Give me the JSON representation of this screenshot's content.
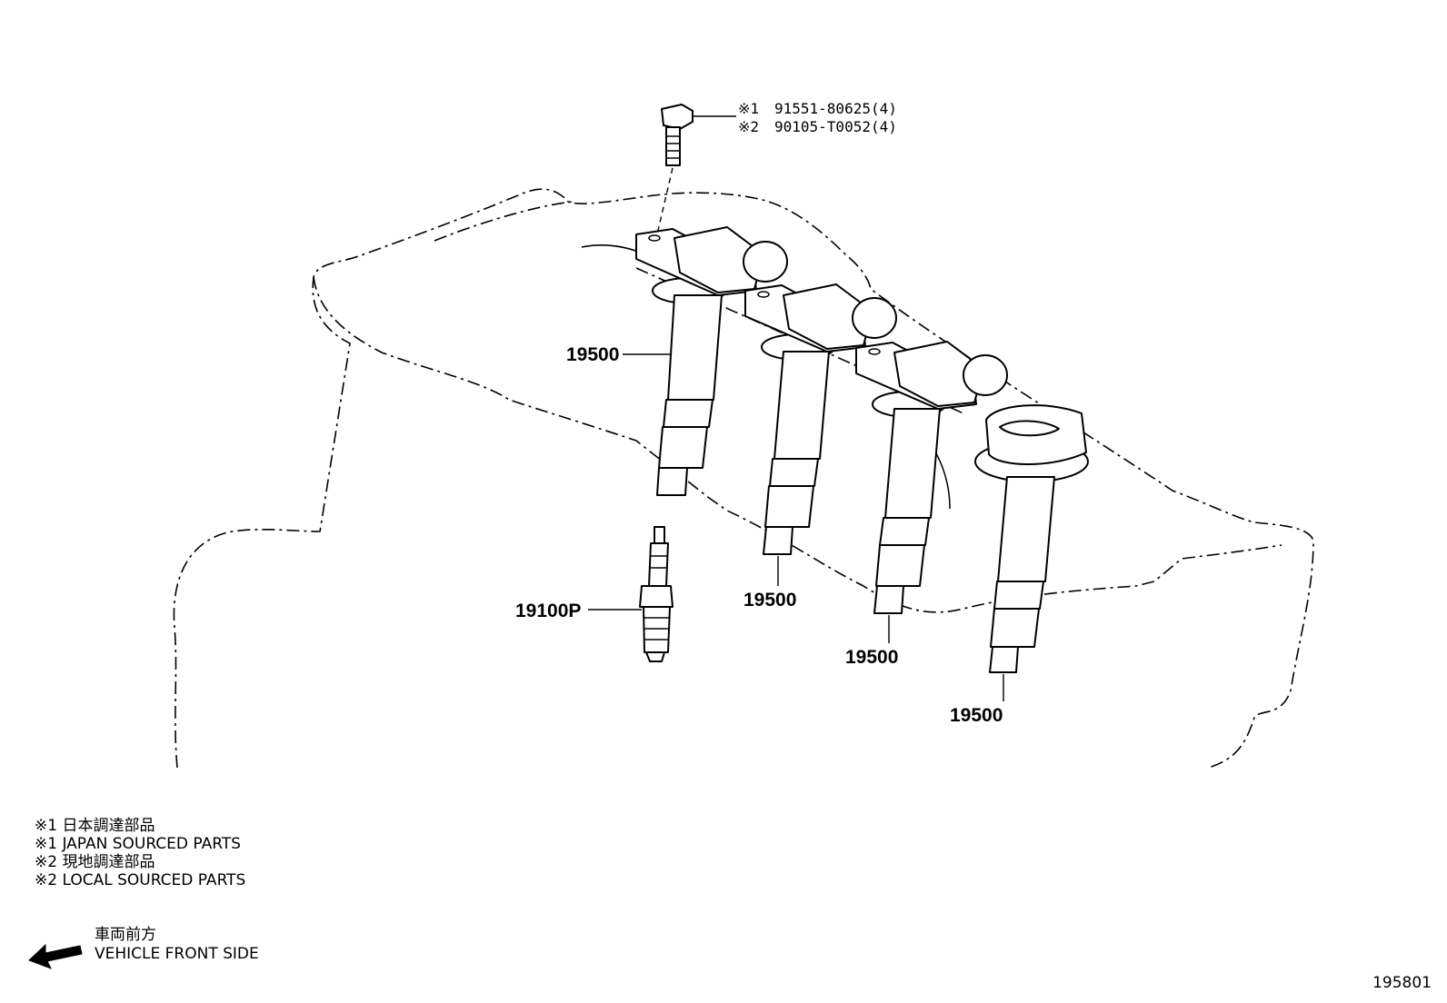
{
  "bolt": {
    "line1_mark": "※1",
    "line1_part": "91551-80625(4)",
    "line2_mark": "※2",
    "line2_part": "90105-T0052(4)"
  },
  "callouts": {
    "coil_1": "19500",
    "coil_2": "19500",
    "coil_3": "19500",
    "coil_4": "19500",
    "spark_plug": "19100P"
  },
  "notes": [
    "※1 日本調達部品",
    "※1 JAPAN SOURCED PARTS",
    "※2 現地調達部品",
    "※2 LOCAL SOURCED PARTS"
  ],
  "direction": {
    "label_jp": "車両前方",
    "label_en": "VEHICLE FRONT SIDE"
  },
  "figure_number": "195801"
}
